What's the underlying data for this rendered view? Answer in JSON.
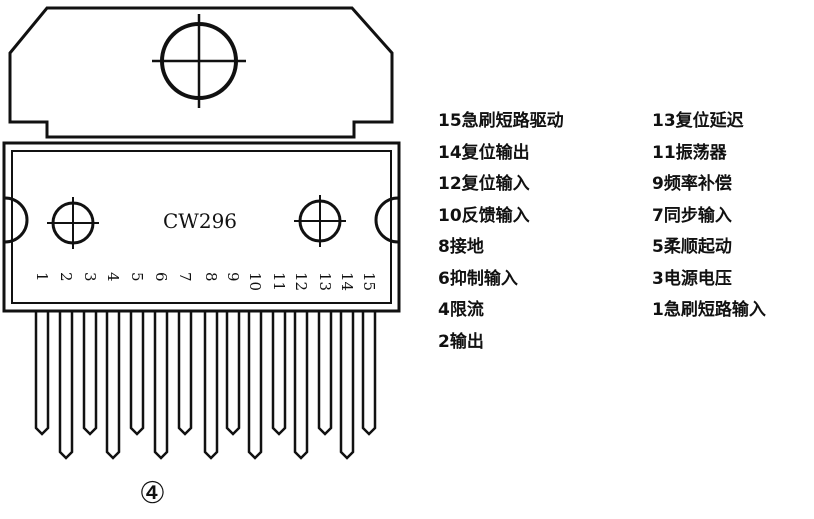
{
  "chip": {
    "model": "CW296",
    "pin_numbers": [
      "1",
      "2",
      "3",
      "4",
      "5",
      "6",
      "7",
      "8",
      "9",
      "10",
      "11",
      "12",
      "13",
      "14",
      "15"
    ]
  },
  "pin_functions_left": [
    "15急刷短路驱动",
    "14复位输出",
    "12复位输入",
    "10反馈输入",
    "8接地",
    "6抑制输入",
    "4限流",
    "2输出"
  ],
  "pin_functions_right": [
    "13复位延迟",
    "11振荡器",
    "9频率补偿",
    "7同步输入",
    "5柔顺起动",
    "3电源电压",
    "1急刷短路输入"
  ],
  "figure_label": "④"
}
